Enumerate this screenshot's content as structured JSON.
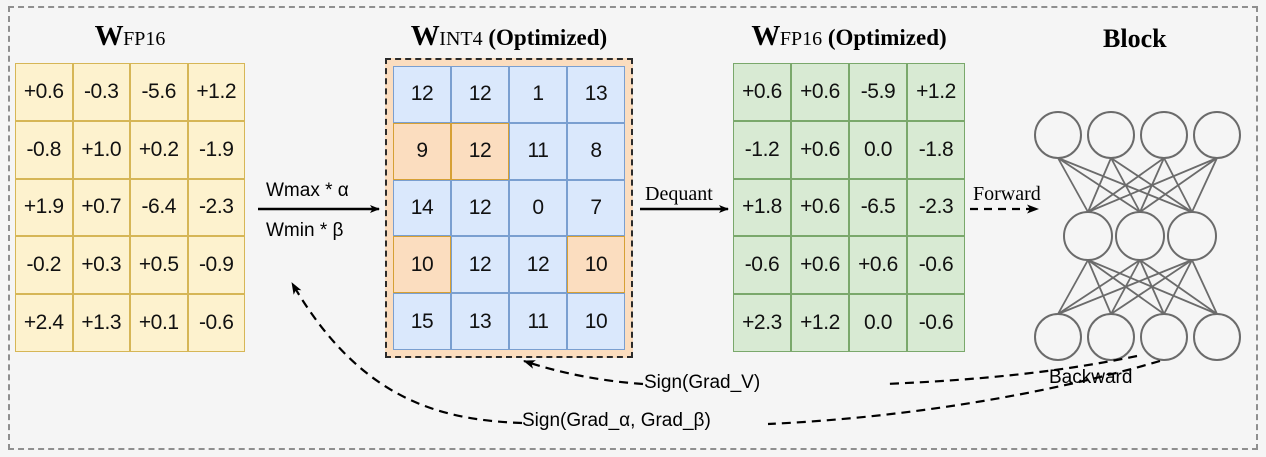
{
  "figure": {
    "background_color": "#f5f5f5",
    "frame_style": "dashed"
  },
  "panels": {
    "fp16": {
      "title_main": "W",
      "title_sub": "FP16",
      "title_opt": "",
      "fill_color": "#fdf2ce",
      "border_color": "#d6b656",
      "rows": [
        [
          "+0.6",
          "-0.3",
          "-5.6",
          "+1.2"
        ],
        [
          "-0.8",
          "+1.0",
          "+0.2",
          "-1.9"
        ],
        [
          "+1.9",
          "+0.7",
          "-6.4",
          "-2.3"
        ],
        [
          "-0.2",
          "+0.3",
          "+0.5",
          "-0.9"
        ],
        [
          "+2.4",
          "+1.3",
          "+0.1",
          "-0.6"
        ]
      ]
    },
    "int4": {
      "title_main": "W",
      "title_sub": "INT4",
      "title_opt": " (Optimized)",
      "fill_color": "#dae8fc",
      "border_color": "#7a9fd0",
      "highlight_fill": "#fbddbf",
      "highlight_border": "#d6a035",
      "outline_fill": "#fbddbf",
      "rows": [
        [
          "12",
          "12",
          "1",
          "13"
        ],
        [
          "9",
          "12",
          "11",
          "8"
        ],
        [
          "14",
          "12",
          "0",
          "7"
        ],
        [
          "10",
          "12",
          "12",
          "10"
        ],
        [
          "15",
          "13",
          "11",
          "10"
        ]
      ],
      "highlighted_cells": [
        [
          1,
          0
        ],
        [
          1,
          1
        ],
        [
          3,
          0
        ],
        [
          3,
          3
        ]
      ]
    },
    "fp16opt": {
      "title_main": "W",
      "title_sub": "FP16",
      "title_opt": " (Optimized)",
      "fill_color": "#d8ead3",
      "border_color": "#7aa86b",
      "rows": [
        [
          "+0.6",
          "+0.6",
          "-5.9",
          "+1.2"
        ],
        [
          "-1.2",
          "+0.6",
          "0.0",
          "-1.8"
        ],
        [
          "+1.8",
          "+0.6",
          "-6.5",
          "-2.3"
        ],
        [
          "-0.6",
          "+0.6",
          "+0.6",
          "-0.6"
        ],
        [
          "+2.3",
          "+1.2",
          "0.0",
          "-0.6"
        ]
      ]
    },
    "block": {
      "title": "Block",
      "node_color": "#ffffff",
      "node_border": "#6b6b6b",
      "edge_color": "#6b6b6b",
      "layers": [
        4,
        3,
        4
      ]
    }
  },
  "arrows": {
    "quant_top": "Wmax * α",
    "quant_bottom": "Wmin * β",
    "dequant": "Dequant",
    "forward": "Forward",
    "backward": "Backward",
    "grad_v": "Sign(Grad_V)",
    "grad_ab": "Sign(Grad_α, Grad_β)"
  }
}
